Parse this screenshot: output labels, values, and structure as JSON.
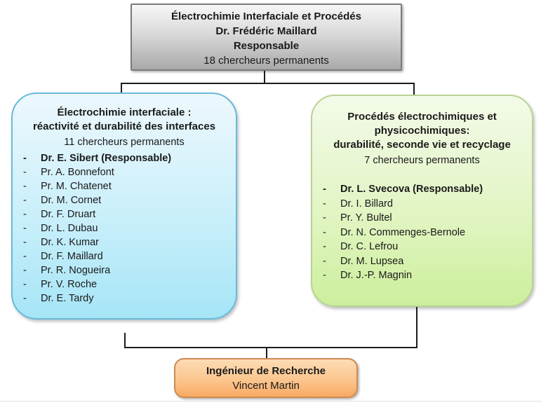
{
  "root_box": {
    "title": "Électrochimie Interfaciale et Procédés",
    "lead": "Dr. Frédéric Maillard",
    "role": "Responsable",
    "count": "18 chercheurs permanents"
  },
  "left_box": {
    "title_line1": "Électrochimie interfaciale :",
    "title_line2": "réactivité et durabilité des interfaces",
    "count": "11 chercheurs permanents",
    "members": [
      {
        "label": "Dr. E. Sibert (Responsable)",
        "bold": true
      },
      {
        "label": "Pr. A. Bonnefont",
        "bold": false
      },
      {
        "label": "Pr. M. Chatenet",
        "bold": false
      },
      {
        "label": "Dr. M. Cornet",
        "bold": false
      },
      {
        "label": "Dr. F. Druart",
        "bold": false
      },
      {
        "label": "Dr. L. Dubau",
        "bold": false
      },
      {
        "label": "Dr. K. Kumar",
        "bold": false
      },
      {
        "label": "Dr. F. Maillard",
        "bold": false
      },
      {
        "label": "Pr. R. Nogueira",
        "bold": false
      },
      {
        "label": "Pr. V. Roche",
        "bold": false
      },
      {
        "label": "Dr. E. Tardy",
        "bold": false
      }
    ]
  },
  "right_box": {
    "title_line1": "Procédés électrochimiques et",
    "title_line2": "physicochimiques:",
    "title_line3": "durabilité, seconde vie et recyclage",
    "count": "7 chercheurs permanents",
    "members": [
      {
        "label": "Dr. L. Svecova (Responsable)",
        "bold": true
      },
      {
        "label": "Dr. I. Billard",
        "bold": false
      },
      {
        "label": "Pr. Y. Bultel",
        "bold": false
      },
      {
        "label": "Dr. N. Commenges-Bernole",
        "bold": false
      },
      {
        "label": "Dr. C. Lefrou",
        "bold": false
      },
      {
        "label": "Dr. M. Lupsea",
        "bold": false
      },
      {
        "label": "Dr. J.-P. Magnin",
        "bold": false
      }
    ]
  },
  "bottom_box": {
    "title": "Ingénieur de Recherche",
    "name": "Vincent Martin"
  },
  "colors": {
    "root_gradient_top": "#f7f7f7",
    "root_gradient_bottom": "#a9a9a9",
    "root_border": "#7a7a7a",
    "left_gradient_top": "#edf8fd",
    "left_gradient_bottom": "#a6e5f7",
    "left_border": "#68bad9",
    "right_gradient_top": "#f3fae9",
    "right_gradient_bottom": "#ccef9c",
    "right_border": "#b9d295",
    "bottom_gradient_top": "#fddcb5",
    "bottom_gradient_bottom": "#f8a963",
    "bottom_border": "#cd8a50",
    "connector": "#1c1c1c",
    "text": "#1a1a1a"
  }
}
